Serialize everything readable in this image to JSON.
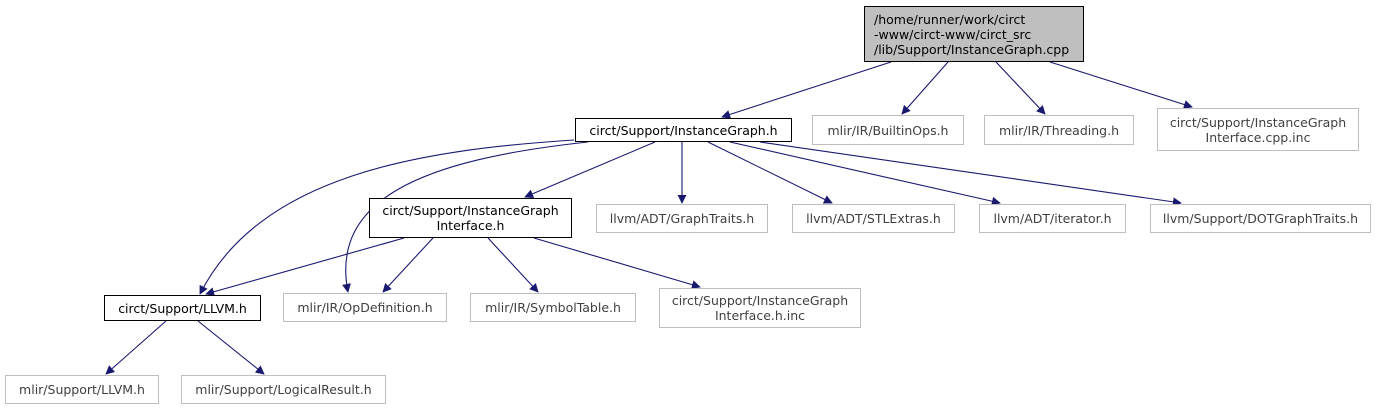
{
  "nodes": {
    "root": {
      "lines": [
        "/home/runner/work/circt",
        "-www/circt-www/circt_src",
        "/lib/Support/InstanceGraph.cpp"
      ]
    },
    "instancegraph_h": {
      "lines": [
        "circt/Support/InstanceGraph.h"
      ]
    },
    "builtinops": {
      "lines": [
        "mlir/IR/BuiltinOps.h"
      ]
    },
    "threading": {
      "lines": [
        "mlir/IR/Threading.h"
      ]
    },
    "ig_interface_cpp_inc": {
      "lines": [
        "circt/Support/InstanceGraph",
        "Interface.cpp.inc"
      ]
    },
    "ig_interface_h": {
      "lines": [
        "circt/Support/InstanceGraph",
        "Interface.h"
      ]
    },
    "graphtraits": {
      "lines": [
        "llvm/ADT/GraphTraits.h"
      ]
    },
    "stlextras": {
      "lines": [
        "llvm/ADT/STLExtras.h"
      ]
    },
    "iterator": {
      "lines": [
        "llvm/ADT/iterator.h"
      ]
    },
    "dotgraphtraits": {
      "lines": [
        "llvm/Support/DOTGraphTraits.h"
      ]
    },
    "circt_llvm": {
      "lines": [
        "circt/Support/LLVM.h"
      ]
    },
    "opdefinition": {
      "lines": [
        "mlir/IR/OpDefinition.h"
      ]
    },
    "symboltable": {
      "lines": [
        "mlir/IR/SymbolTable.h"
      ]
    },
    "ig_interface_h_inc": {
      "lines": [
        "circt/Support/InstanceGraph",
        "Interface.h.inc"
      ]
    },
    "mlir_llvm": {
      "lines": [
        "mlir/Support/LLVM.h"
      ]
    },
    "logicalresult": {
      "lines": [
        "mlir/Support/LogicalResult.h"
      ]
    }
  },
  "edges": [
    [
      "root",
      "instancegraph_h"
    ],
    [
      "root",
      "builtinops"
    ],
    [
      "root",
      "threading"
    ],
    [
      "root",
      "ig_interface_cpp_inc"
    ],
    [
      "instancegraph_h",
      "ig_interface_h"
    ],
    [
      "instancegraph_h",
      "graphtraits"
    ],
    [
      "instancegraph_h",
      "stlextras"
    ],
    [
      "instancegraph_h",
      "iterator"
    ],
    [
      "instancegraph_h",
      "dotgraphtraits"
    ],
    [
      "instancegraph_h",
      "circt_llvm"
    ],
    [
      "instancegraph_h",
      "opdefinition"
    ],
    [
      "ig_interface_h",
      "circt_llvm"
    ],
    [
      "ig_interface_h",
      "opdefinition"
    ],
    [
      "ig_interface_h",
      "symboltable"
    ],
    [
      "ig_interface_h",
      "ig_interface_h_inc"
    ],
    [
      "circt_llvm",
      "mlir_llvm"
    ],
    [
      "circt_llvm",
      "logicalresult"
    ]
  ],
  "colors": {
    "edge": "#191970",
    "root_fill": "#bfbfbf",
    "external_border": "#bfbfbf"
  }
}
